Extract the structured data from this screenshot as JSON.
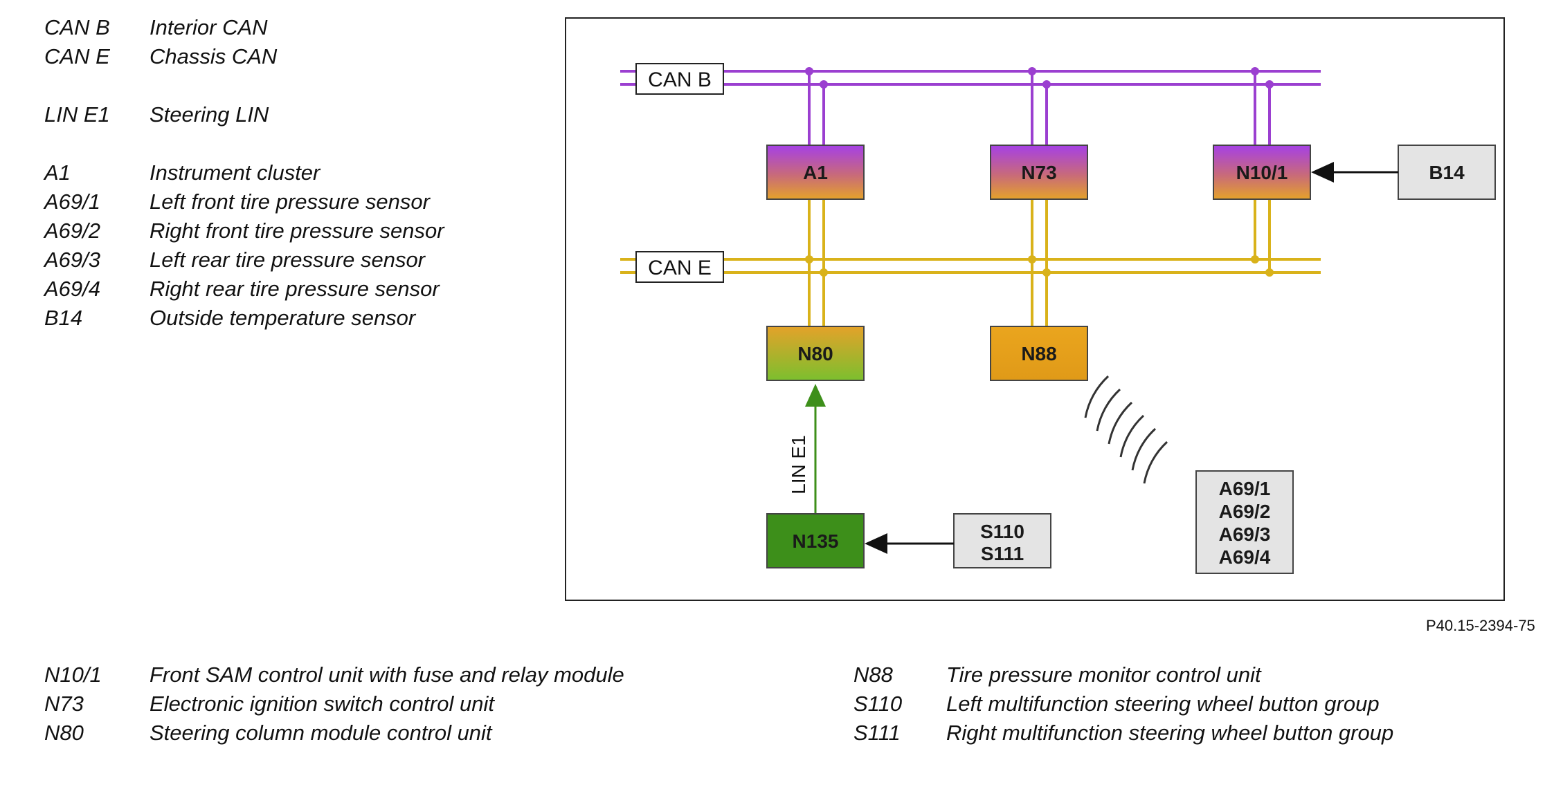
{
  "legend_top": [
    {
      "code": "CAN B",
      "desc": "Interior CAN"
    },
    {
      "code": "CAN E",
      "desc": "Chassis CAN"
    },
    {
      "code": "LIN E1",
      "desc": "Steering LIN"
    },
    {
      "code": "A1",
      "desc": "Instrument cluster"
    },
    {
      "code": "A69/1",
      "desc": "Left front tire pressure sensor"
    },
    {
      "code": "A69/2",
      "desc": "Right front tire pressure sensor"
    },
    {
      "code": "A69/3",
      "desc": "Left rear tire pressure sensor"
    },
    {
      "code": "A69/4",
      "desc": "Right rear tire pressure sensor"
    },
    {
      "code": "B14",
      "desc": "Outside temperature sensor"
    }
  ],
  "legend_bottom_left": [
    {
      "code": "N10/1",
      "desc": "Front SAM control unit with fuse and relay module"
    },
    {
      "code": "N73",
      "desc": "Electronic ignition switch control unit"
    },
    {
      "code": "N80",
      "desc": "Steering column module control unit"
    }
  ],
  "legend_bottom_right": [
    {
      "code": "N88",
      "desc": "Tire pressure monitor control unit"
    },
    {
      "code": "S110",
      "desc": "Left multifunction steering wheel button group"
    },
    {
      "code": "S111",
      "desc": "Right multifunction steering wheel button group"
    }
  ],
  "figure_id": "P40.15-2394-75",
  "diagram": {
    "bus_labels": {
      "can_b": "CAN B",
      "can_e": "CAN E",
      "lin_e1": "LIN E1"
    },
    "nodes": {
      "a1": "A1",
      "n73": "N73",
      "n10_1": "N10/1",
      "b14": "B14",
      "n80": "N80",
      "n88": "N88",
      "n135": "N135",
      "s110": "S110",
      "s111": "S111",
      "a69_1": "A69/1",
      "a69_2": "A69/2",
      "a69_3": "A69/3",
      "a69_4": "A69/4"
    },
    "colors": {
      "can_b": "#9b3fd0",
      "can_e": "#d9b21a",
      "lin": "#4d9a1f",
      "purple_top": "#a040e0",
      "orange_bottom": "#e0a020",
      "green_dark": "#3d8f1a",
      "green_light": "#7fbe30",
      "grey_box": "#e4e4e4"
    }
  }
}
